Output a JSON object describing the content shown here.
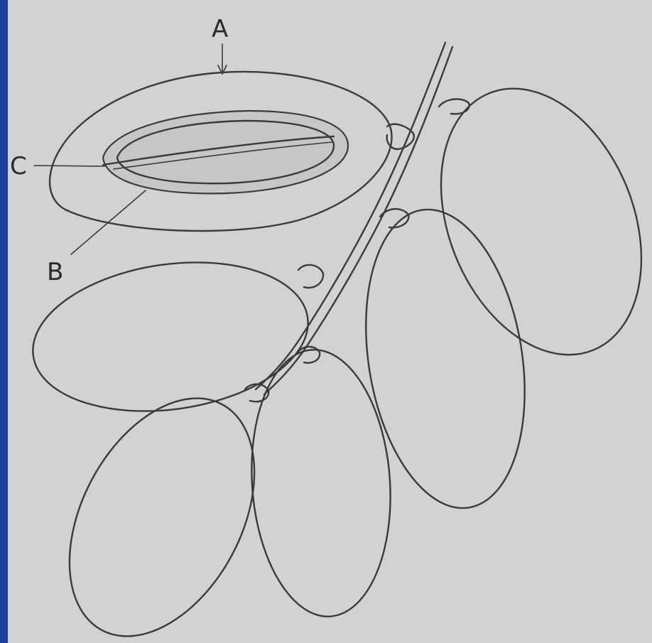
{
  "diagram": {
    "labels": {
      "a": "A",
      "b": "B",
      "c": "C"
    },
    "colors": {
      "background": "#d2d2d2",
      "left_bar": "#1f3f96",
      "line": "#3a3a3a"
    }
  }
}
